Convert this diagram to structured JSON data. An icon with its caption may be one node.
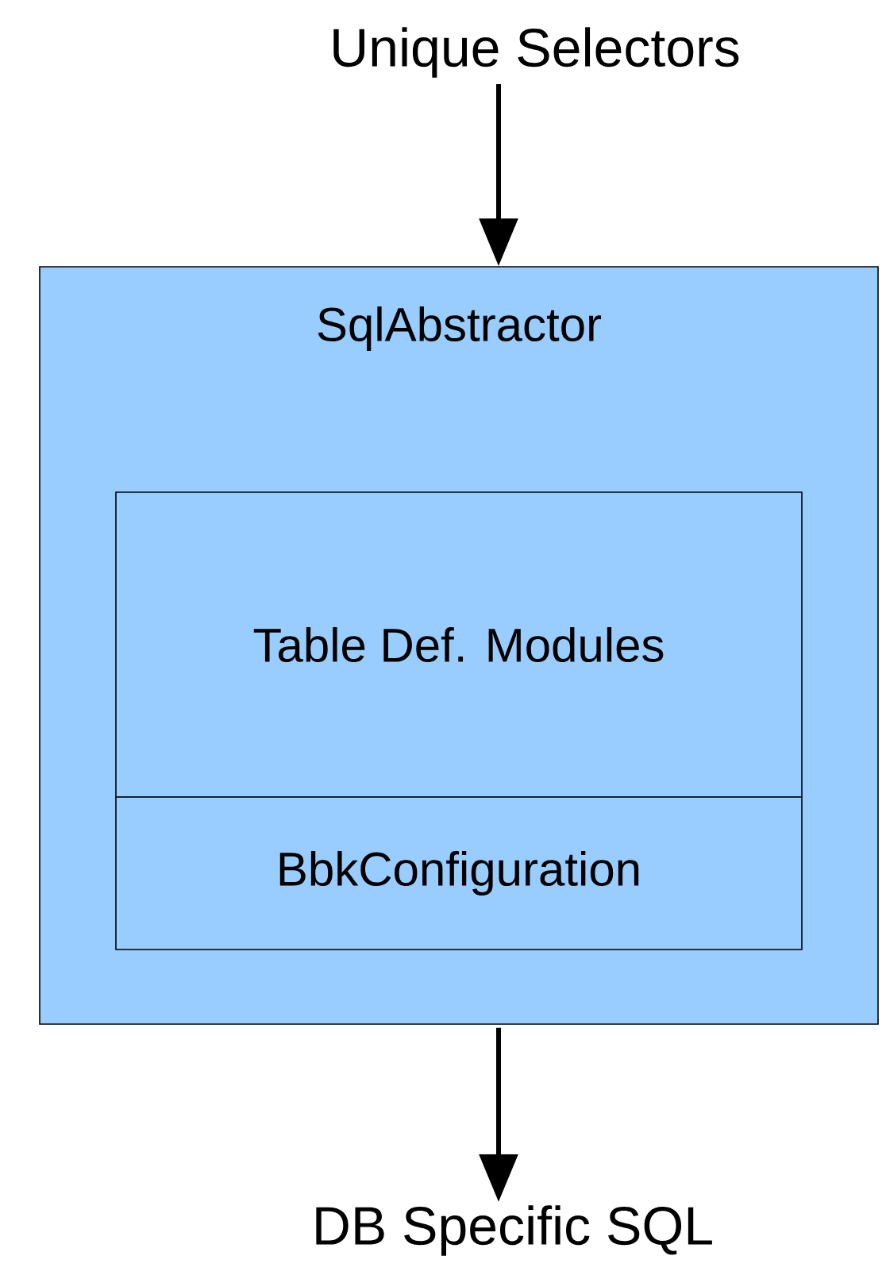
{
  "diagram": {
    "nodes": [
      {
        "text": [
          "Unique Selectors"
        ]
      },
      {
        "text": [
          "SqlAbstractor"
        ]
      },
      {
        "text": [
          "Table Def. Modules"
        ],
        "in": 1
      },
      {
        "text": [
          "BbkConfiguration"
        ],
        "in": 1
      },
      {
        "text": [
          "DB Specific SQL"
        ]
      }
    ],
    "edges": [
      {
        "from": 0,
        "to": 1,
        "arrow": "to"
      },
      {
        "from": 1,
        "to": 4,
        "arrow": "to"
      }
    ]
  }
}
